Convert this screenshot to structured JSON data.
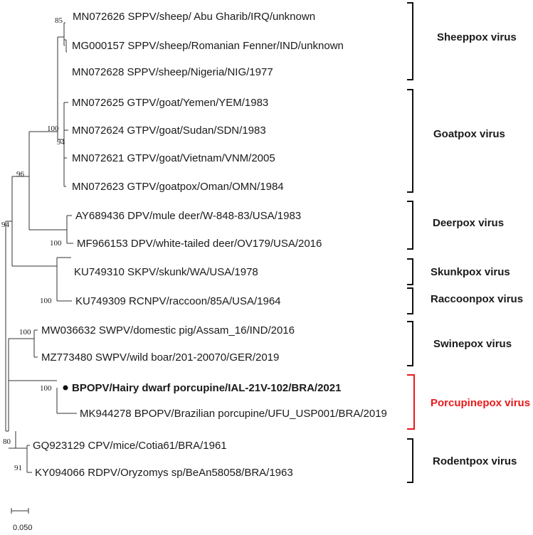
{
  "leaves": [
    {
      "label": "MN072626 SPPV/sheep/ Abu  Gharib/IRQ/unknown",
      "bold": false,
      "bullet": false
    },
    {
      "label": "MG000157 SPPV/sheep/Romanian Fenner/IND/unknown",
      "bold": false,
      "bullet": false
    },
    {
      "label": "MN072628 SPPV/sheep/Nigeria/NIG/1977",
      "bold": false,
      "bullet": false
    },
    {
      "label": "MN072625 GTPV/goat/Yemen/YEM/1983",
      "bold": false,
      "bullet": false
    },
    {
      "label": "MN072624 GTPV/goat/Sudan/SDN/1983",
      "bold": false,
      "bullet": false
    },
    {
      "label": "MN072621 GTPV/goat/Vietnam/VNM/2005",
      "bold": false,
      "bullet": false
    },
    {
      "label": "MN072623 GTPV/goatpox/Oman/OMN/1984",
      "bold": false,
      "bullet": false
    },
    {
      "label": "AY689436 DPV/mule deer/W-848-83/USA/1983",
      "bold": false,
      "bullet": false
    },
    {
      "label": "MF966153 DPV/white-tailed deer/OV179/USA/2016",
      "bold": false,
      "bullet": false
    },
    {
      "label": "KU749310 SKPV/skunk/WA/USA/1978",
      "bold": false,
      "bullet": false
    },
    {
      "label": "KU749309 RCNPV/raccoon/85A/USA/1964",
      "bold": false,
      "bullet": false
    },
    {
      "label": "MW036632 SWPV/domestic pig/Assam_16/IND/2016",
      "bold": false,
      "bullet": false
    },
    {
      "label": "MZ773480 SWPV/wild boar/201-20070/GER/2019",
      "bold": false,
      "bullet": false
    },
    {
      "label": "BPOPV/Hairy  dwarf porcupine/IAL-21V-102/BRA/2021",
      "bold": true,
      "bullet": true
    },
    {
      "label": "MK944278 BPOPV/Brazilian porcupine/UFU_USP001/BRA/2019",
      "bold": false,
      "bullet": false
    },
    {
      "label": "GQ923129 CPV/mice/Cotia61/BRA/1961",
      "bold": false,
      "bullet": false
    },
    {
      "label": "KY094066 RDPV/Oryzomys sp/BeAn58058/BRA/1963",
      "bold": false,
      "bullet": false
    }
  ],
  "bootstrap": [
    "85",
    "100",
    "94",
    "96",
    "100",
    "94",
    "100",
    "100",
    "100",
    "80",
    "91"
  ],
  "clades": [
    {
      "name": "Sheeppox virus",
      "color": "#111111"
    },
    {
      "name": "Goatpox virus",
      "color": "#111111"
    },
    {
      "name": "Deerpox virus",
      "color": "#111111"
    },
    {
      "name": "Skunkpox virus",
      "color": "#111111"
    },
    {
      "name": "Raccoonpox virus",
      "color": "#111111"
    },
    {
      "name": "Swinepox virus",
      "color": "#111111"
    },
    {
      "name": "Porcupinepox virus",
      "color": "#e8191a"
    },
    {
      "name": "Rodentpox  virus",
      "color": "#111111"
    }
  ],
  "scale_bar": {
    "value": "0.050"
  }
}
